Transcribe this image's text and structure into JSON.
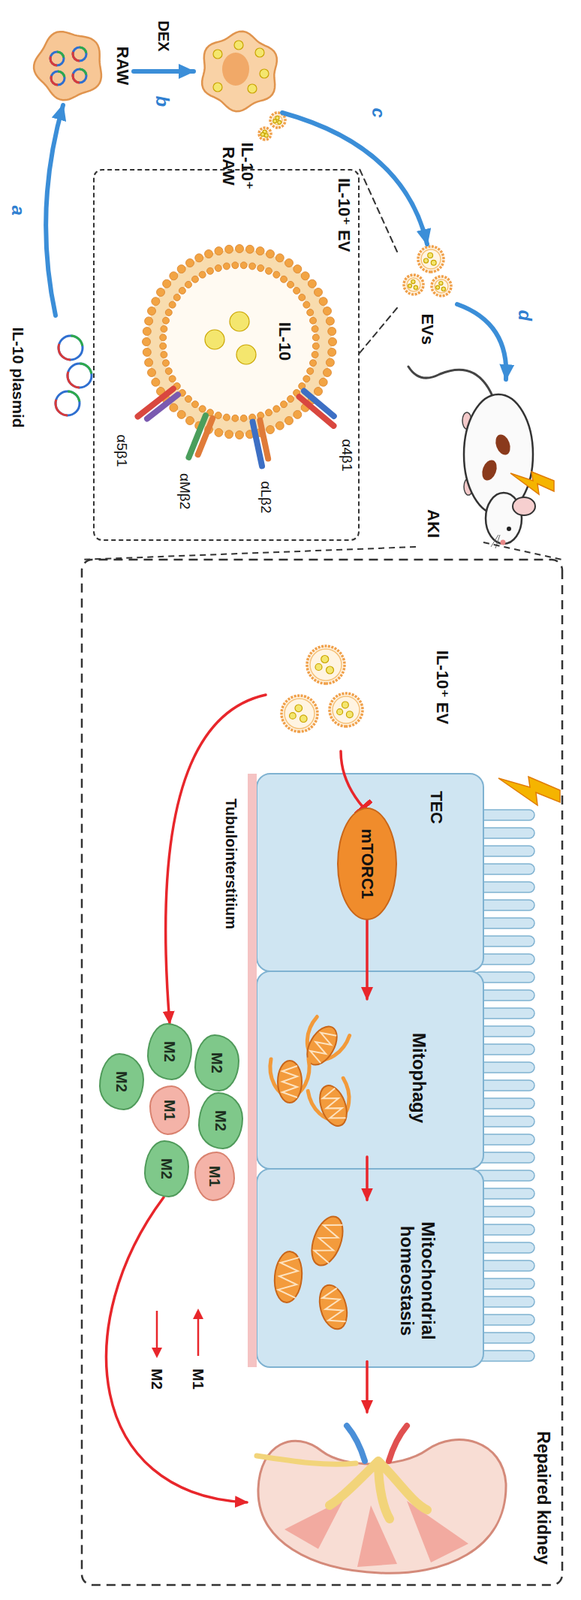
{
  "diagram": {
    "nodes": [
      {
        "text": [
          "IL-10 plasmid"
        ]
      },
      {
        "text": [
          "RAW"
        ]
      },
      {
        "text": [
          "IL-10⁺ RAW"
        ]
      },
      {
        "text": [
          "EVs"
        ]
      },
      {
        "text": [
          "IL-10⁺ EV"
        ]
      },
      {
        "text": [
          "IL-10"
        ],
        "in": 4
      },
      {
        "text": [
          "AKI"
        ]
      },
      {
        "text": [
          "IL-10⁺ EV"
        ]
      },
      {
        "text": [
          "mTORC1"
        ]
      },
      {
        "text": [
          "Mitophagy"
        ]
      },
      {
        "text": [
          "Mitochondrial homeostasis"
        ]
      },
      {
        "text": [
          "M2"
        ]
      },
      {
        "text": [
          "M2"
        ]
      },
      {
        "text": [
          "M1"
        ]
      },
      {
        "text": [
          "M2"
        ]
      },
      {
        "text": [
          "M1"
        ]
      },
      {
        "text": [
          "M2"
        ]
      },
      {
        "text": [
          "M2"
        ]
      },
      {
        "text": [
          "Repaired kidney"
        ]
      }
    ],
    "edges": [
      {
        "from": 0,
        "to": 1,
        "arrow": "to",
        "label": "a"
      },
      {
        "from": 1,
        "to": 2,
        "arrow": "to",
        "label": "DEX"
      },
      {
        "from": 2,
        "to": 3,
        "arrow": "to",
        "label": "c"
      },
      {
        "from": 3,
        "to": 6,
        "arrow": "to",
        "label": "d"
      },
      {
        "from": 3,
        "to": 4,
        "arrow": "none"
      },
      {
        "from": 3,
        "to": 4,
        "arrow": "none"
      },
      {
        "from": 7,
        "to": 8,
        "arrow": "to"
      },
      {
        "from": 8,
        "to": 9,
        "arrow": "to"
      },
      {
        "from": 9,
        "to": 10,
        "arrow": "to"
      },
      {
        "from": 10,
        "to": 18,
        "arrow": "to"
      },
      {
        "from": 7,
        "to": 14,
        "arrow": "to"
      },
      {
        "from": 16,
        "to": 18,
        "arrow": "to"
      }
    ],
    "labels": [
      "b",
      "α4β1",
      "αLβ2",
      "αMβ2",
      "α5β1",
      "TEC",
      "Tubulointerstitium",
      "M1",
      "M2"
    ]
  }
}
